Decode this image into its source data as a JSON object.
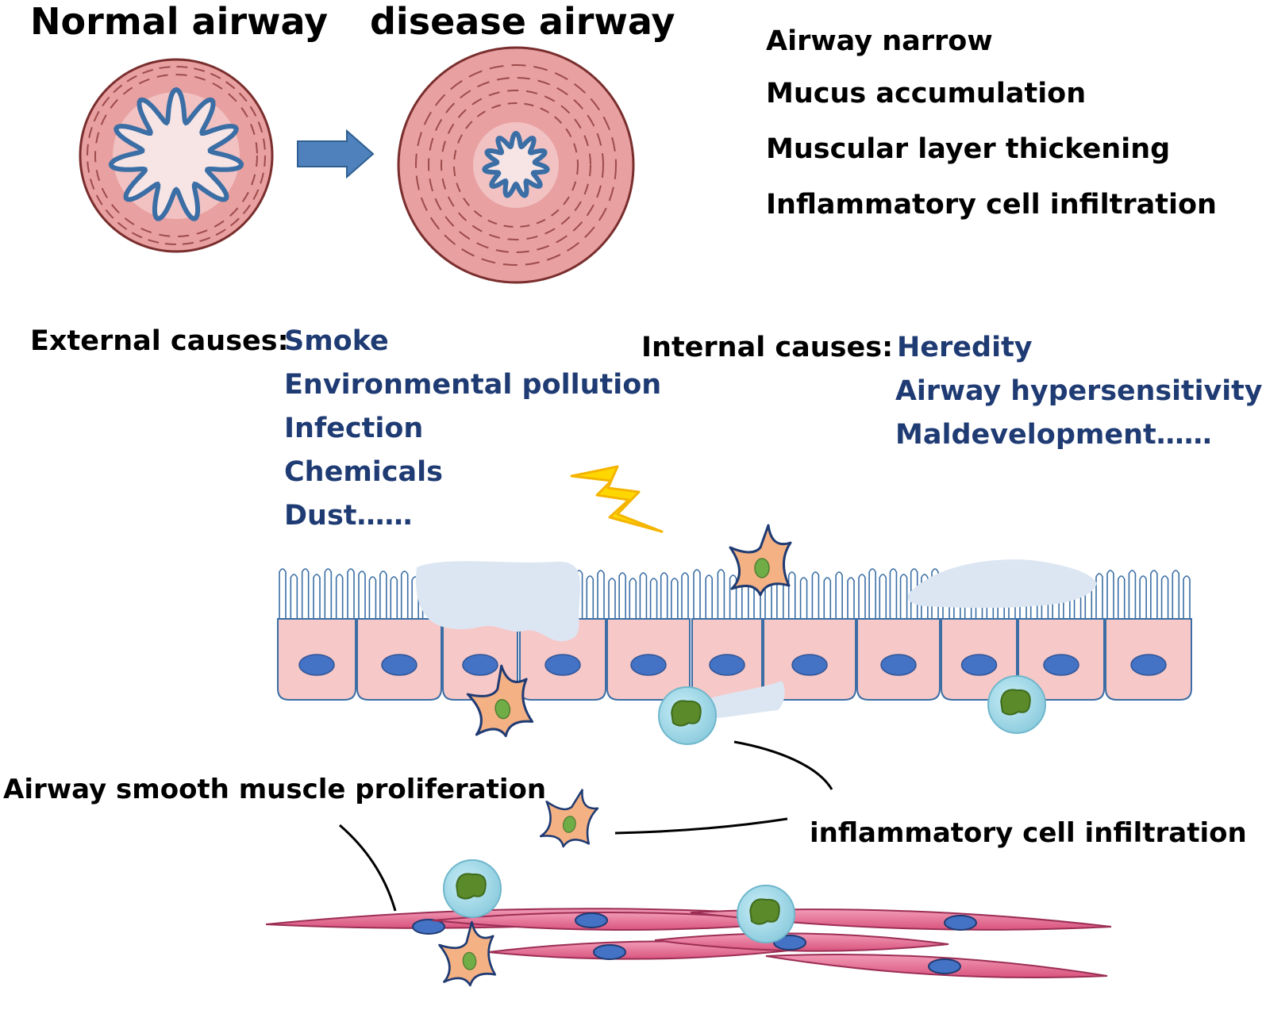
{
  "titles": {
    "normal": "Normal airway",
    "disease": "disease airway"
  },
  "features": [
    "Airway narrow",
    "Mucus accumulation",
    "Muscular layer thickening",
    "Inflammatory cell infiltration"
  ],
  "external": {
    "heading": "External causes:",
    "items": [
      "Smoke",
      "Environmental pollution",
      "Infection",
      "Chemicals",
      "Dust……"
    ]
  },
  "internal": {
    "heading": "Internal causes:",
    "items": [
      "Heredity",
      "Airway hypersensitivity",
      "Maldevelopment……"
    ]
  },
  "annotations": {
    "muscle": "Airway smooth muscle proliferation",
    "inflammation": "inflammatory cell infiltration"
  },
  "colors": {
    "airway_wall": "#E8A0A0",
    "airway_lumen": "#F7E4E4",
    "epithelium_line": "#3A6EA5",
    "epithelial_cell": "#F6C8C8",
    "nucleus": "#4472C4",
    "mucus": "#DCE6F2",
    "lightning": "#FFD700",
    "dendritic_cell": "#F4B183",
    "dendritic_nucleus": "#70AD47",
    "macrophage": "#9DD3E3",
    "macrophage_nucleus": "#5A8A2A",
    "smooth_muscle": "#E06C8C",
    "cause_text": "#1F3B73",
    "arrow": "#4F81BD"
  }
}
